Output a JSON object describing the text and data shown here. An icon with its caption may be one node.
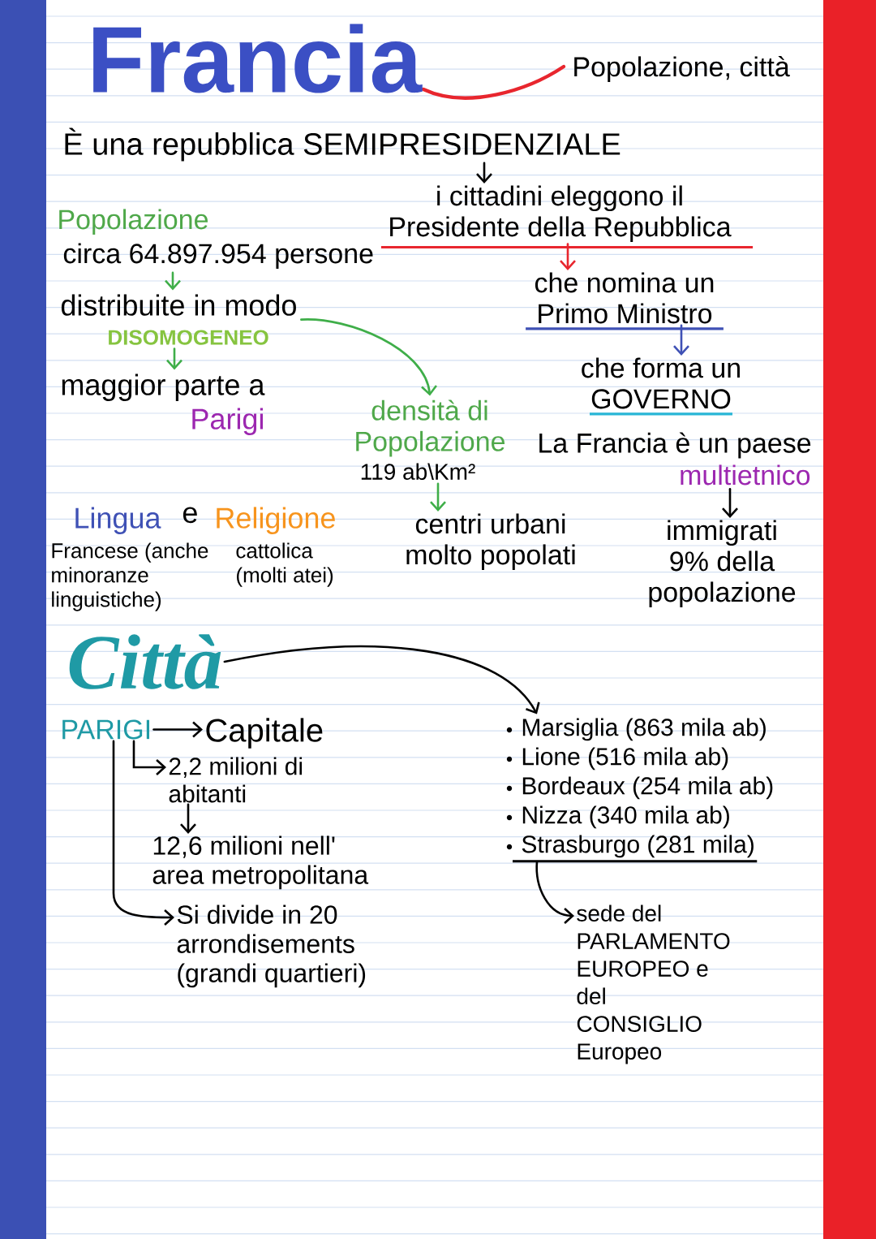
{
  "diagram": {
    "title": "Francia",
    "nodes": [
      {
        "text": [
          "È una repubblica SEMIPRESIDENZIALE"
        ]
      },
      {
        "text": [
          "i cittadini eleggono il Presidente della Repubblica"
        ]
      },
      {
        "text": [
          "che nomina un Primo Ministro"
        ]
      },
      {
        "text": [
          "che forma un GOVERNO"
        ]
      },
      {
        "text": [
          "Popolazione",
          "circa 64.897.954 persone"
        ]
      },
      {
        "text": [
          "distribuite in modo",
          "DISOMOGENEO"
        ]
      },
      {
        "text": [
          "maggior parte a",
          "Parigi"
        ]
      },
      {
        "text": [
          "densità di Popolazione",
          "119 ab\\Km²"
        ]
      },
      {
        "text": [
          "centri urbani molto popolati"
        ]
      },
      {
        "text": [
          "La Francia è un paese",
          "multietnico"
        ]
      },
      {
        "text": [
          "immigrati 9% della popolazione"
        ]
      },
      {
        "text": [
          "Città"
        ]
      },
      {
        "text": [
          "Marsiglia (863 mila ab)",
          "Lione (516 mila ab)",
          "Bordeaux (254 mila ab)",
          "Nizza (340 mila ab)",
          "Strasburgo (281 mila)"
        ]
      },
      {
        "text": [
          "PARIGI"
        ]
      },
      {
        "text": [
          "Capitale"
        ]
      },
      {
        "text": [
          "2,2 milioni di abitanti"
        ]
      },
      {
        "text": [
          "12,6 milioni nell' area metropolitana"
        ]
      },
      {
        "text": [
          "Si divide in 20 arrondisements (grandi quartieri)"
        ]
      },
      {
        "text": [
          "sede del PARLAMENTO EUROPEO e del CONSIGLIO Europeo"
        ]
      }
    ],
    "edges": [
      {
        "from": 0,
        "to": 1,
        "arrow": "to"
      },
      {
        "from": 1,
        "to": 2,
        "arrow": "to",
        "color": "#e8262e"
      },
      {
        "from": 2,
        "to": 3,
        "arrow": "to",
        "color": "#3f51b5"
      },
      {
        "from": 4,
        "to": 5,
        "arrow": "to",
        "color": "#3fae49"
      },
      {
        "from": 5,
        "to": 6,
        "arrow": "to",
        "color": "#3fae49"
      },
      {
        "from": 5,
        "to": 7,
        "arrow": "to",
        "color": "#3fae49"
      },
      {
        "from": 7,
        "to": 8,
        "arrow": "to",
        "color": "#3fae49"
      },
      {
        "from": 9,
        "to": 10,
        "arrow": "to"
      },
      {
        "from": 11,
        "to": 12,
        "arrow": "to"
      },
      {
        "from": 13,
        "to": 14,
        "arrow": "to"
      },
      {
        "from": 13,
        "to": 15,
        "arrow": "to"
      },
      {
        "from": 15,
        "to": 16,
        "arrow": "to"
      },
      {
        "from": 13,
        "to": 17,
        "arrow": "to"
      },
      {
        "from": 12,
        "to": 18,
        "arrow": "to"
      }
    ],
    "labels": [
      "Popolazione, città",
      "Lingua",
      "e",
      "Religione",
      "Francese (anche minoranze linguistiche)",
      "cattolica (molti atei)"
    ]
  }
}
